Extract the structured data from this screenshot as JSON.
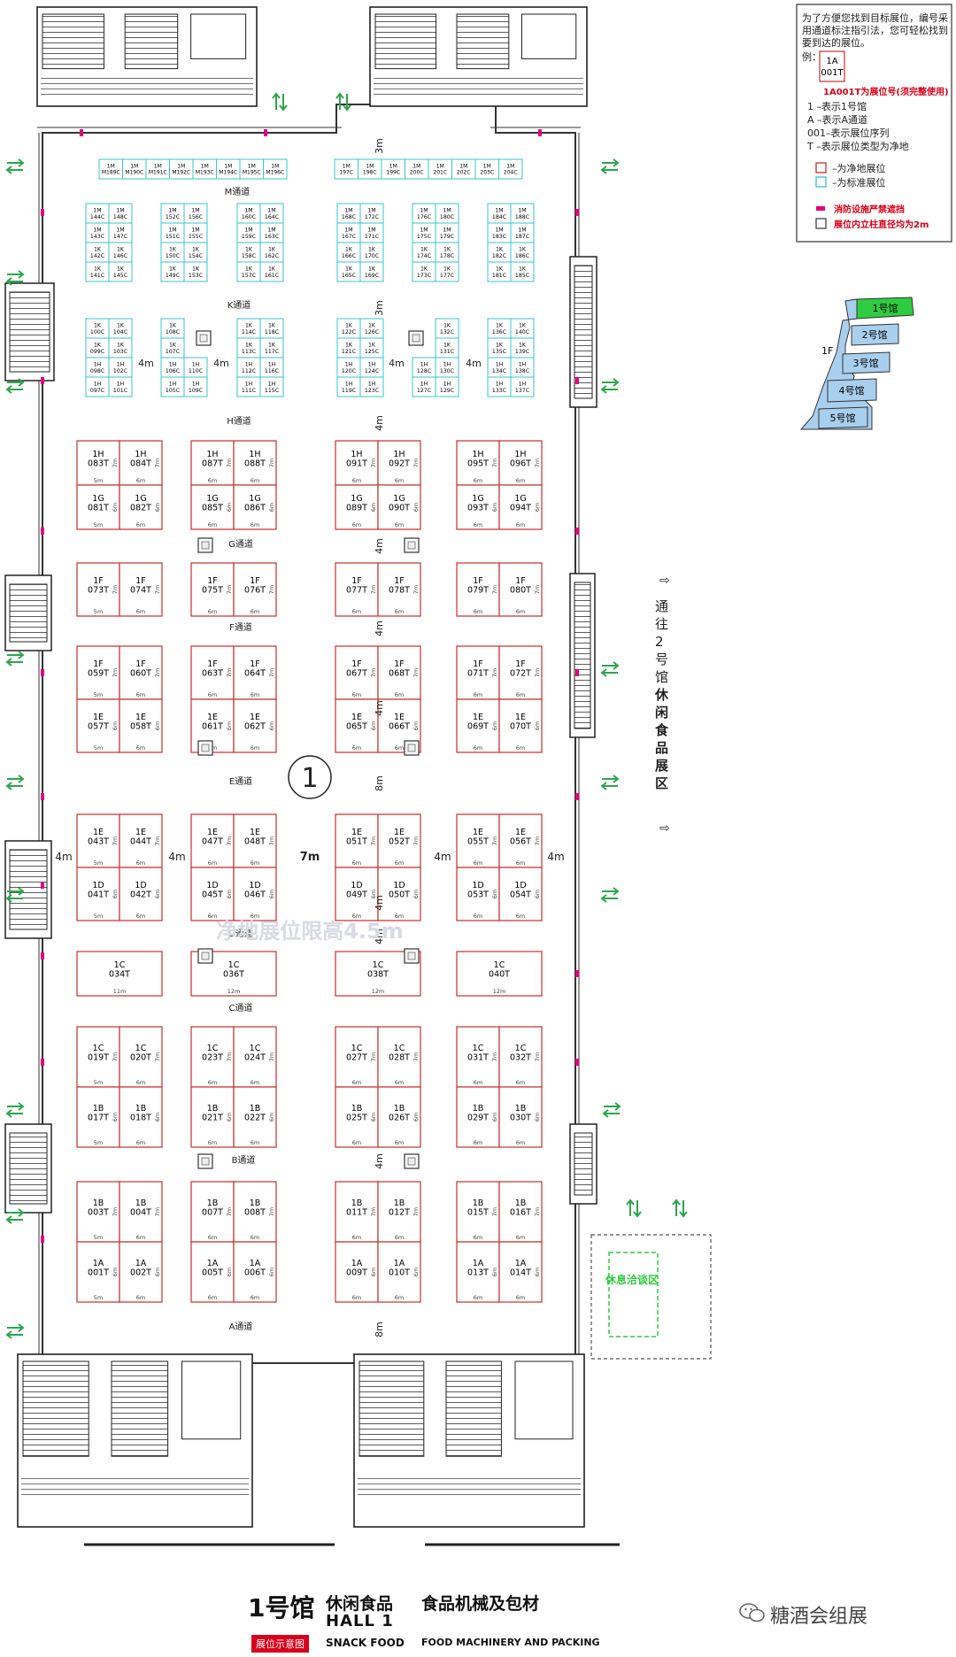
{
  "legend": {
    "intro_lines": [
      "为了方便您找到目标展位，编号采",
      "用通道标注指引法，您可轻松找到",
      "要到达的展位。"
    ],
    "example_label": "例：",
    "example_box": [
      "1A",
      "001T"
    ],
    "example_note": "1A001T为展位号(须完整使用)",
    "lines": [
      "1  –表示1号馆",
      "A  –表示A通道",
      "001–表示展位序列",
      "T  –表示展位类型为净地"
    ],
    "raw_label": "–为净地展位",
    "std_label": "–为标准展位",
    "fire_label": "消防设施严禁遮挡",
    "pillar_label": "展位内立柱直径均为2m",
    "colors": {
      "raw": "#c9302c",
      "standard": "#3cc4c9",
      "fire": "#e6007e",
      "accent": "#d9001b"
    }
  },
  "mini_map": {
    "halls": [
      "1号馆",
      "2号馆",
      "3号馆",
      "4号馆",
      "5号馆"
    ],
    "floor": "1F",
    "colors": {
      "current": "#2ecc40",
      "other": "#a9cfee"
    }
  },
  "side_note": {
    "arrow": "⇨",
    "text": [
      "通",
      "往",
      "2",
      "号",
      "馆",
      "休",
      "闲",
      "食",
      "品",
      "展",
      "区"
    ],
    "bold_from": 5
  },
  "aisles": [
    "M通道",
    "K通道",
    "H通道",
    "G通道",
    "F通道",
    "E通道",
    "D通道",
    "C通道",
    "B通道",
    "A通道"
  ],
  "widths": [
    "3m",
    "3m",
    "4m",
    "4m",
    "4m",
    "4m",
    "8m",
    "7m",
    "4m",
    "4m",
    "4m",
    "4m",
    "4m",
    "8m"
  ],
  "height_limit": "净地展位限高4.5m",
  "hall_number": "1",
  "rest_area": "休息洽谈区",
  "standard_booths": {
    "m_row": [
      "1M\nM189C",
      "1M\nM190C",
      "1M\nM191C",
      "1M\nM192C",
      "1M\nM193C",
      "1M\nM194C",
      "1M\nM195C",
      "1M\nM196C"
    ],
    "m_row2": [
      "1M\n197C",
      "1M\n198C",
      "1M\n199C",
      "1M\n200C",
      "1M\n201C",
      "1M\n202C",
      "1M\n203C",
      "1M\n204C"
    ],
    "k_blocks": [
      [
        "1M\n144C",
        "1M\n148C",
        "1M\n143C",
        "1M\n147C",
        "1K\n142C",
        "1K\n146C",
        "1K\n141C",
        "1K\n145C"
      ],
      [
        "1M\n152C",
        "1M\n156C",
        "1M\n151C",
        "1M\n155C",
        "1K\n150C",
        "1K\n154C",
        "1K\n149C",
        "1K\n153C"
      ],
      [
        "1M\n160C",
        "1M\n164C",
        "1M\n159C",
        "1M\n163C",
        "1K\n158C",
        "1K\n162C",
        "1K\n157C",
        "1K\n161C"
      ],
      [
        "1M\n168C",
        "1M\n172C",
        "1M\n167C",
        "1M\n171C",
        "1K\n166C",
        "1K\n170C",
        "1K\n165C",
        "1K\n169C"
      ],
      [
        "1M\n176C",
        "1M\n180C",
        "1M\n175C",
        "1M\n179C",
        "1K\n174C",
        "1K\n178C",
        "1K\n173C",
        "1K\n177C"
      ],
      [
        "1M\n184C",
        "1M\n188C",
        "1M\n183C",
        "1M\n187C",
        "1K\n182C",
        "1K\n186C",
        "1K\n181C",
        "1K\n185C"
      ]
    ],
    "h_blocks": [
      [
        "1K\n100C",
        "1K\n104C",
        "1K\n099C",
        "1K\n103C",
        "1H\n098C",
        "1H\n102C",
        "1H\n097C",
        "1H\n101C"
      ],
      [
        "1K\n108C",
        "",
        "1K\n107C",
        "",
        "1H\n106C",
        "1H\n110C",
        "1H\n105C",
        "1H\n109C"
      ],
      [
        "1K\n114C",
        "1K\n118C",
        "1K\n113C",
        "1K\n117C",
        "1H\n112C",
        "1H\n116C",
        "1H\n111C",
        "1H\n115C"
      ],
      [
        "1K\n122C",
        "1K\n126C",
        "1K\n121C",
        "1K\n125C",
        "1H\n120C",
        "1H\n124C",
        "1H\n119C",
        "1H\n123C"
      ],
      [
        "",
        "1K\n132C",
        "",
        "1K\n131C",
        "1H\n128C",
        "1H\n130C",
        "1H\n127C",
        "1H\n129C"
      ],
      [
        "1K\n136C",
        "1K\n140C",
        "1K\n135C",
        "1K\n139C",
        "1H\n134C",
        "1H\n138C",
        "1H\n133C",
        "1H\n137C"
      ]
    ]
  },
  "raw_booths": {
    "row_hg": [
      [
        "1H\n083T",
        "1H\n084T",
        "1G\n081T",
        "1G\n082T"
      ],
      [
        "1H\n087T",
        "1H\n088T",
        "1G\n085T",
        "1G\n086T"
      ],
      [
        "1H\n091T",
        "1H\n092T",
        "1G\n089T",
        "1G\n090T"
      ],
      [
        "1H\n095T",
        "1H\n096T",
        "1G\n093T",
        "1G\n094T"
      ]
    ],
    "row_f": [
      [
        "1F\n073T",
        "1F\n074T"
      ],
      [
        "1F\n075T",
        "1F\n076T"
      ],
      [
        "1F\n077T",
        "1F\n078T"
      ],
      [
        "1F\n079T",
        "1F\n080T"
      ]
    ],
    "row_fe": [
      [
        "1F\n059T",
        "1F\n060T",
        "1E\n057T",
        "1E\n058T"
      ],
      [
        "1F\n063T",
        "1F\n064T",
        "1E\n061T",
        "1E\n062T"
      ],
      [
        "1F\n067T",
        "1F\n068T",
        "1E\n065T",
        "1E\n066T"
      ],
      [
        "1F\n071T",
        "1F\n072T",
        "1E\n069T",
        "1E\n070T"
      ]
    ],
    "row_ed": [
      [
        "1E\n043T",
        "1E\n044T",
        "1D\n041T",
        "1D\n042T"
      ],
      [
        "1E\n047T",
        "1E\n048T",
        "1D\n045T",
        "1D\n046T"
      ],
      [
        "1E\n051T",
        "1E\n052T",
        "1D\n049T",
        "1D\n050T"
      ],
      [
        "1E\n055T",
        "1E\n056T",
        "1D\n053T",
        "1D\n054T"
      ]
    ],
    "row_c": [
      "1C\n034T",
      "1C\n036T",
      "1C\n038T",
      "1C\n040T"
    ],
    "row_cb": [
      [
        "1C\n019T",
        "1C\n020T",
        "1B\n017T",
        "1B\n018T"
      ],
      [
        "1C\n023T",
        "1C\n024T",
        "1B\n021T",
        "1B\n022T"
      ],
      [
        "1C\n027T",
        "1C\n028T",
        "1B\n025T",
        "1B\n026T"
      ],
      [
        "1C\n031T",
        "1C\n032T",
        "1B\n029T",
        "1B\n030T"
      ]
    ],
    "row_ba": [
      [
        "1B\n003T",
        "1B\n004T",
        "1A\n001T",
        "1A\n002T"
      ],
      [
        "1B\n007T",
        "1B\n008T",
        "1A\n005T",
        "1A\n006T"
      ],
      [
        "1B\n011T",
        "1B\n012T",
        "1A\n009T",
        "1A\n010T"
      ],
      [
        "1B\n015T",
        "1B\n016T",
        "1A\n013T",
        "1A\n014T"
      ]
    ],
    "dims": {
      "w5": "5m",
      "w6": "6m",
      "w11": "11m",
      "w12": "12m",
      "h7": "7m",
      "h6": "6m"
    }
  },
  "title": {
    "cn": "1号馆",
    "sub1": "休闲食品",
    "sub2": "食品机械及包材",
    "en": "HALL  1",
    "badge": "展位示意图",
    "en1": "SNACK FOOD",
    "en2": "FOOD MACHINERY AND PACKING"
  },
  "watermark": "糖酒会组展"
}
